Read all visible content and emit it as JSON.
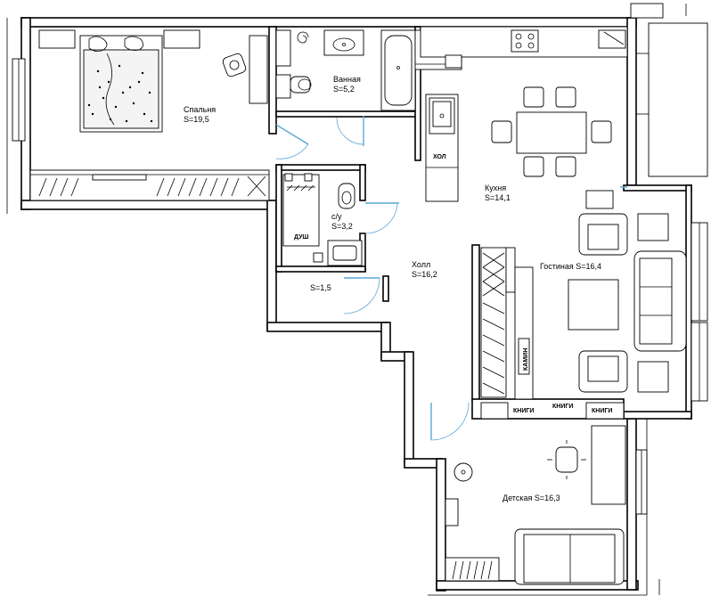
{
  "rooms": {
    "bedroom": {
      "name": "Спальня",
      "area": "S=19,5"
    },
    "bath": {
      "name": "Ванная",
      "area": "S=5,2"
    },
    "wc": {
      "name": "с/у",
      "area": "S=3,2"
    },
    "closet": {
      "name": "",
      "area": "S=1,5"
    },
    "hall": {
      "name": "Холл",
      "area": "S=16,2"
    },
    "kitchen": {
      "name": "Кухня",
      "area": "S=14,1"
    },
    "living": {
      "name": "Гостиная S=16,4"
    },
    "kids": {
      "name": "Детская S=16,3"
    }
  },
  "tags": {
    "fridge": "ХОЛ",
    "shower": "ДУШ",
    "fireplace": "КАМИН",
    "books1": "КНИГИ",
    "books2": "КНИГИ",
    "books3": "КНИГИ"
  },
  "colors": {
    "walls": "#000000",
    "doors": "#5aa7d6",
    "background": "#ffffff"
  }
}
